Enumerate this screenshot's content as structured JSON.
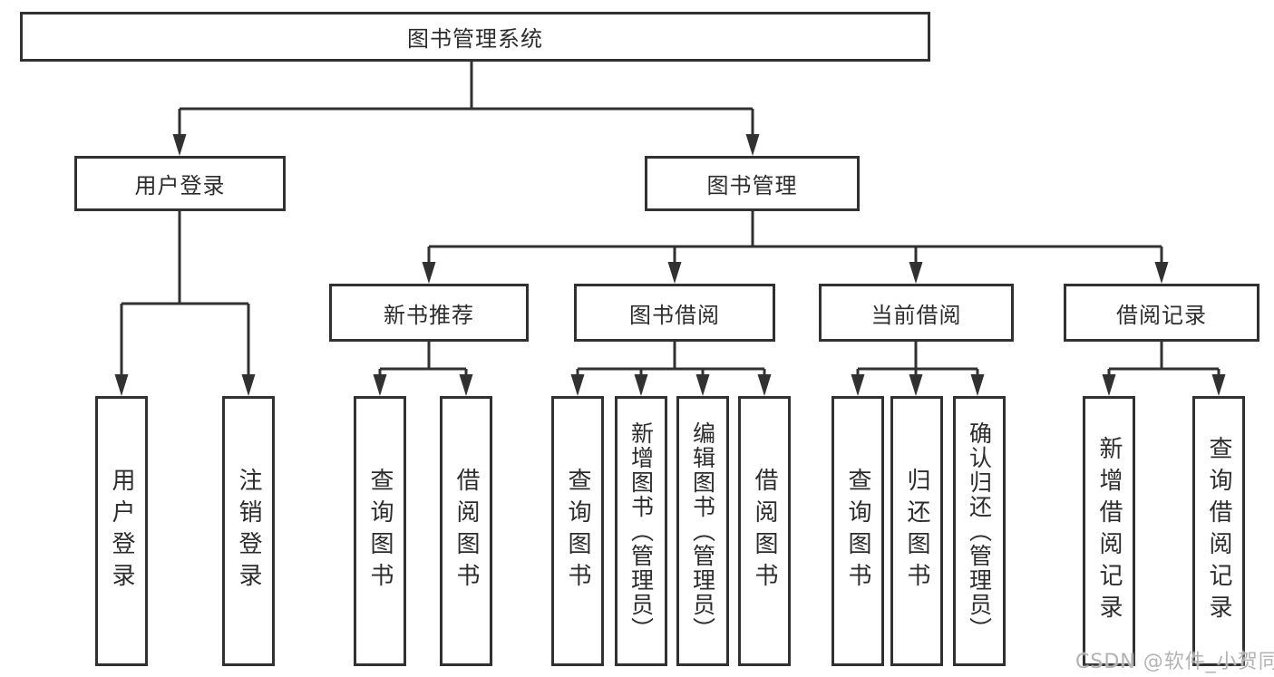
{
  "diagram": {
    "root": {
      "label": "图书管理系统"
    },
    "level2": [
      {
        "label": "用户登录"
      },
      {
        "label": "图书管理"
      }
    ],
    "level3": [
      {
        "label": "新书推荐",
        "parent": "图书管理"
      },
      {
        "label": "图书借阅",
        "parent": "图书管理"
      },
      {
        "label": "当前借阅",
        "parent": "图书管理"
      },
      {
        "label": "借阅记录",
        "parent": "图书管理"
      }
    ],
    "leaves": [
      {
        "label": "用户登录",
        "parent": "用户登录"
      },
      {
        "label": "注销登录",
        "parent": "用户登录"
      },
      {
        "label": "查询图书",
        "parent": "新书推荐"
      },
      {
        "label": "借阅图书",
        "parent": "新书推荐"
      },
      {
        "label": "查询图书",
        "parent": "图书借阅"
      },
      {
        "label": "新增图书（管理员）",
        "parent": "图书借阅"
      },
      {
        "label": "编辑图书（管理员）",
        "parent": "图书借阅"
      },
      {
        "label": "借阅图书",
        "parent": "图书借阅"
      },
      {
        "label": "查询图书",
        "parent": "当前借阅"
      },
      {
        "label": "归还图书",
        "parent": "当前借阅"
      },
      {
        "label": "确认归还（管理员）",
        "parent": "当前借阅"
      },
      {
        "label": "新增借阅记录",
        "parent": "借阅记录"
      },
      {
        "label": "查询借阅记录",
        "parent": "借阅记录"
      }
    ],
    "watermark": "CSDN @软件_小贺同学",
    "colors": {
      "line": "#313131",
      "text": "#2c2c2c",
      "box_background": "#ffffff",
      "watermark": "#b3b3b3",
      "background": "#ffffff"
    }
  }
}
